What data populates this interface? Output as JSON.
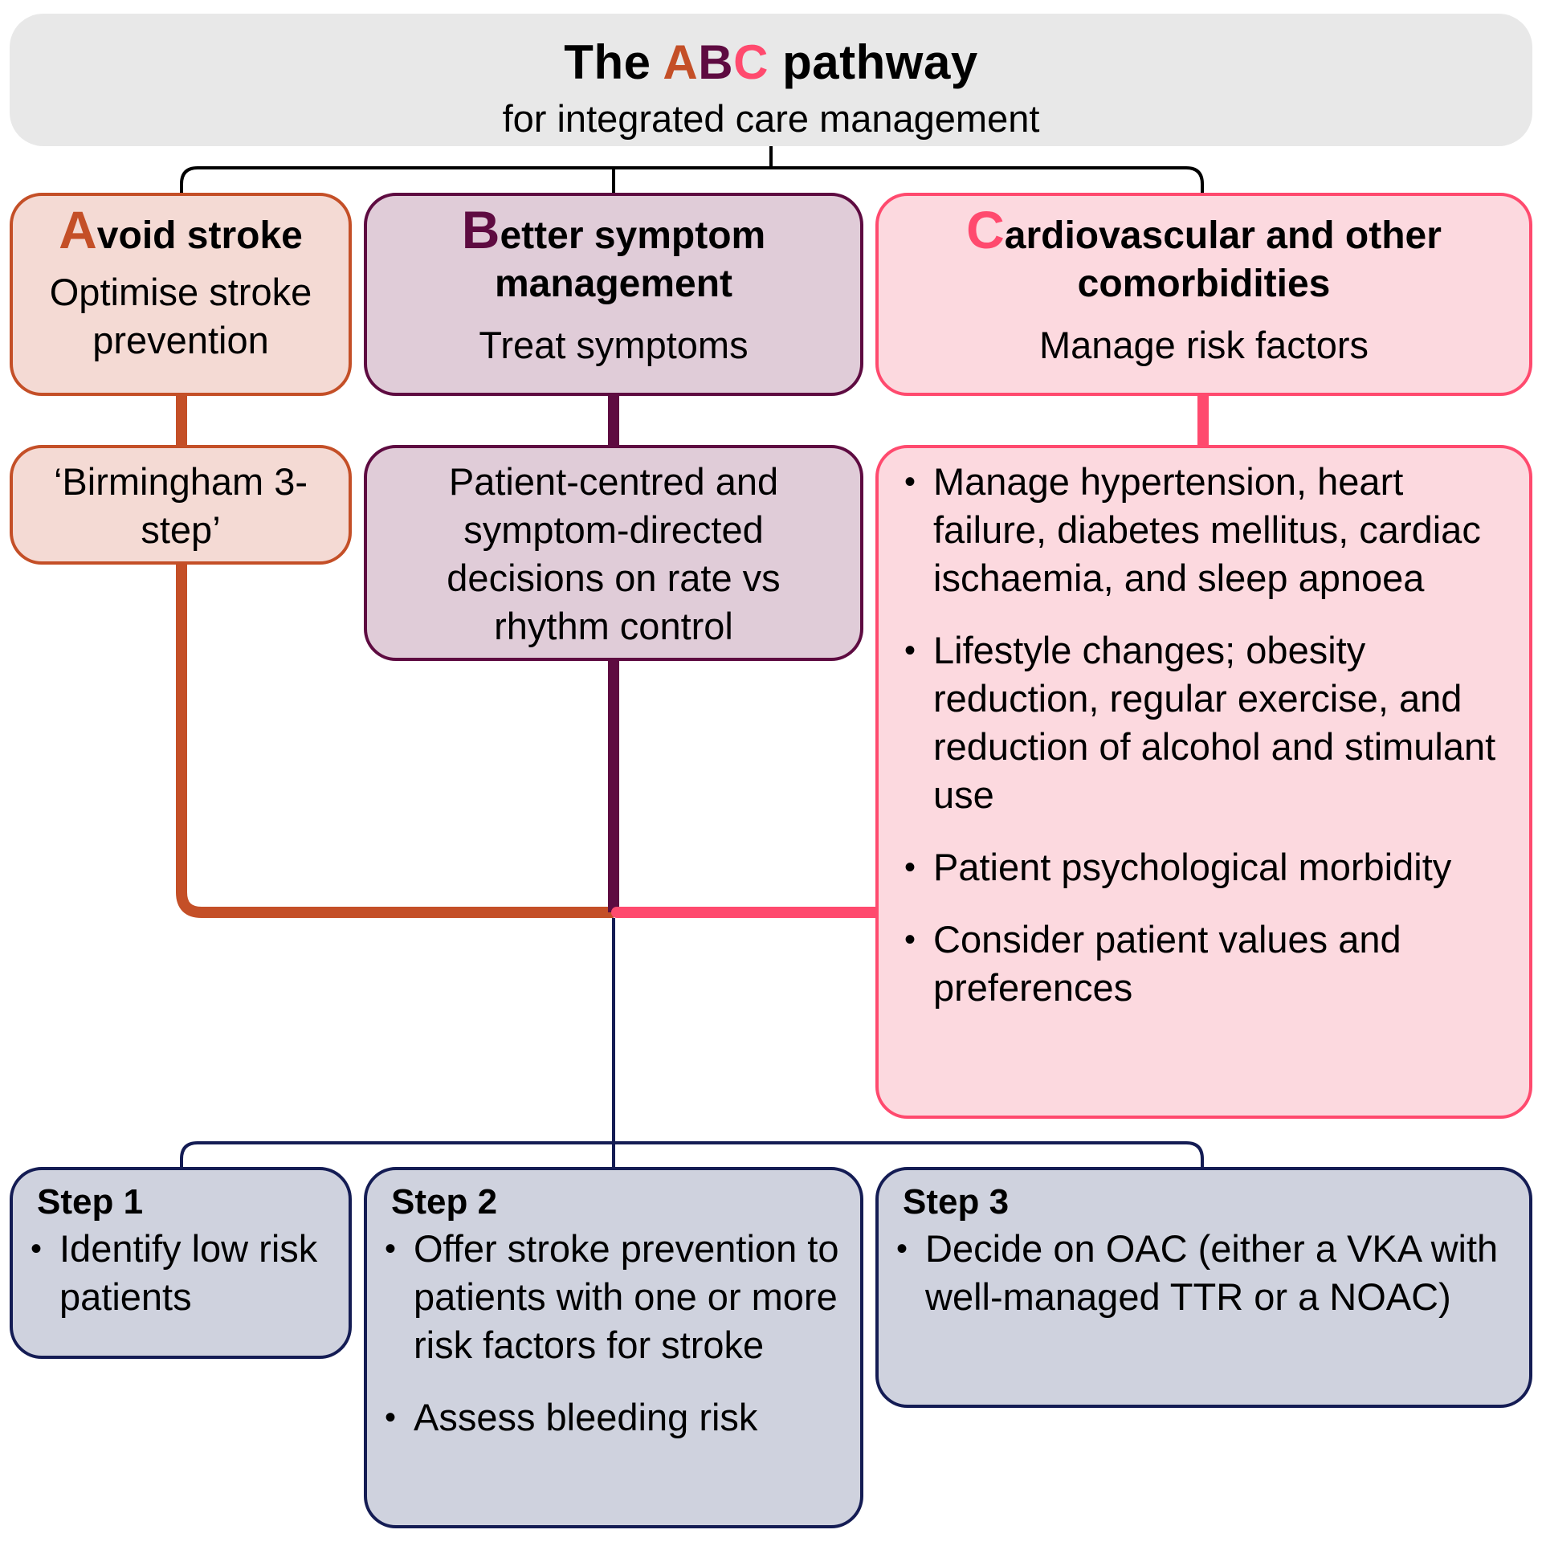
{
  "header": {
    "title_prefix": "The ",
    "title_a": "A",
    "title_b": "B",
    "title_c": "C",
    "title_suffix": " pathway",
    "subtitle": "for integrated care management"
  },
  "colors": {
    "a": "#c44f27",
    "b": "#5e0b41",
    "c": "#ff4a6e",
    "steps": "#141c54",
    "header_bg": "#e8e8e8"
  },
  "columns": {
    "a": {
      "letter": "A",
      "heading_rest": "void stroke",
      "subtitle": "Optimise stroke prevention",
      "detail": "‘Birmingham 3-step’"
    },
    "b": {
      "letter": "B",
      "heading_rest": "etter symptom management",
      "subtitle": "Treat symptoms",
      "detail": "Patient-centred and symptom-directed decisions on rate vs rhythm control"
    },
    "c": {
      "letter": "C",
      "heading_rest": "ardiovascular and other comorbidities",
      "subtitle": "Manage risk factors",
      "details": [
        "Manage hypertension, heart failure, diabetes mellitus, cardiac ischaemia, and sleep apnoea",
        "Lifestyle changes; obesity reduction, regular exercise, and reduction of alcohol and stimulant use",
        "Patient psychological morbidity",
        "Consider patient values and preferences"
      ]
    }
  },
  "steps": [
    {
      "title": "Step 1",
      "items": [
        "Identify low risk patients"
      ]
    },
    {
      "title": "Step 2",
      "items": [
        "Offer stroke prevention to patients with one or more risk factors for stroke",
        "Assess bleeding risk"
      ]
    },
    {
      "title": "Step 3",
      "items": [
        "Decide on OAC (either a VKA with well-managed TTR or a NOAC)"
      ]
    }
  ]
}
